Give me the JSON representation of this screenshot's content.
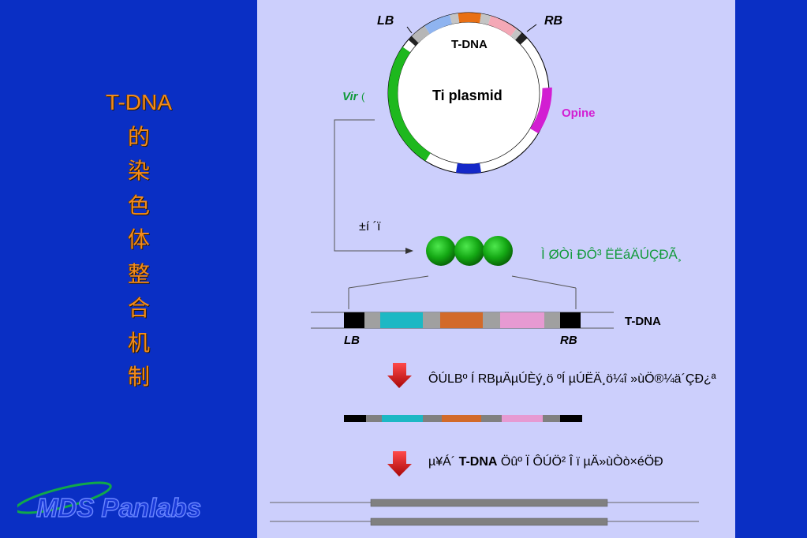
{
  "title_lines": [
    "T-DNA",
    "的",
    "染",
    "色",
    "体",
    "整",
    "合",
    "机",
    "制"
  ],
  "logo_text": "MDS Panlabs",
  "plasmid": {
    "name": "Ti plasmid",
    "tdna_label": "T-DNA",
    "lb_label": "LB",
    "rb_label": "RB",
    "vir_label": "Vir",
    "vir_suffix": "(",
    "opine_label": "Opine"
  },
  "diagram": {
    "arrow_label": "±í ´ï",
    "protein_label": "Ì ØÒì ÐÔ³ ËËáÄÚÇÐÃ¸",
    "tdna_strip_label": "T-DNA",
    "lb_label": "LB",
    "rb_label": "RB",
    "step1_text": "ÔÚLBº Í RBµÄµÚÈý¸ö ºÍ µÚËÄ¸ö¼î »ùÖ®¼ä´ÇÐ¿ª",
    "step2_prefix": "µ¥Á´",
    "step2_bold": "T-DNA",
    "step2_suffix": "Öûº Ï ÔÚÖ² Î ï µÄ»ùÒò×éÖÐ"
  },
  "colors": {
    "background_blue": "#0a2fc4",
    "slide_bg": "#cccffc",
    "title_orange": "#f28a1c",
    "vir_green": "#1eb81e",
    "opine_magenta": "#d21ed2",
    "arrow_red": "#c41a1a",
    "teal": "#1cb8c4",
    "orange_seg": "#d26a2a",
    "pink_seg": "#e69ad2",
    "gray_seg": "#a0a0a0"
  }
}
